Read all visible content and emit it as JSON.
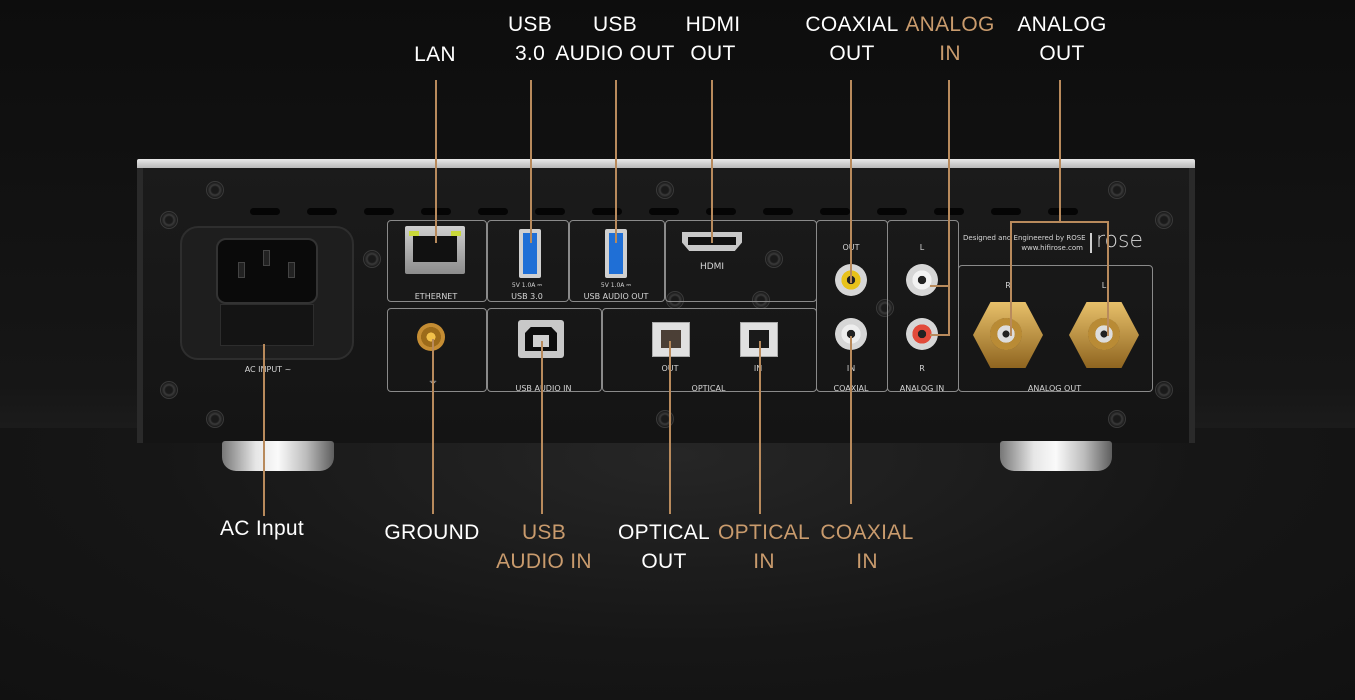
{
  "callouts": {
    "lan": "LAN",
    "usb30": "USB\n3.0",
    "usb_audio_out": "USB\nAUDIO OUT",
    "hdmi_out": "HDMI\nOUT",
    "coaxial_out": "COAXIAL\nOUT",
    "analog_in": "ANALOG\nIN",
    "analog_out": "ANALOG\nOUT",
    "ac_input": "AC Input",
    "ground": "GROUND",
    "usb_audio_in": "USB\nAUDIO IN",
    "optical_out": "OPTICAL\nOUT",
    "optical_in": "OPTICAL\nIN",
    "coaxial_in": "COAXIAL\nIN"
  },
  "panel": {
    "ac_input": "AC INPUT ~",
    "ethernet": "ETHERNET",
    "usb30": "USB 3.0",
    "usb30_rating": "5V 1.0A ⎓",
    "usb_audio_out": "USB AUDIO OUT",
    "usb_audio_out_rating": "5V 1.0A ⎓",
    "hdmi": "HDMI",
    "out": "OUT",
    "in": "IN",
    "coaxial": "COAXIAL",
    "analog_in": "ANALOG IN",
    "analog_out": "ANALOG OUT",
    "usb_audio_in": "USB AUDIO IN",
    "optical": "OPTICAL",
    "optical_out": "OUT",
    "optical_in": "IN",
    "l": "L",
    "r": "R",
    "designed": "Designed and Engineered by ROSE",
    "website": "www.hifirose.com",
    "brand": "rose"
  },
  "colors": {
    "callout_white": "#ffffff",
    "callout_gold": "#c99b6d",
    "leader_line": "#b88a5c"
  }
}
